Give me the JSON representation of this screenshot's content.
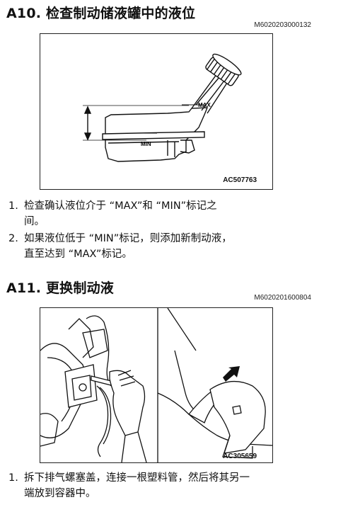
{
  "section_a10": {
    "title": "A10. 检查制动储液罐中的液位",
    "ref_code": "M6020203000132",
    "figure": {
      "caption": "AC507763",
      "label_max": "MAX",
      "label_min": "MIN"
    },
    "steps": [
      {
        "num": "1.",
        "line1": "检查确认液位介于 “MAX”和 “MIN”标记之",
        "line2": "间。"
      },
      {
        "num": "2.",
        "line1": "如果液位低于 “MIN”标记，则添加新制动液，",
        "line2": "直至达到 “MAX”标记。"
      }
    ]
  },
  "section_a11": {
    "title": "A11. 更换制动液",
    "ref_code": "M6020201600804",
    "figure": {
      "caption": "AC305659"
    },
    "steps": [
      {
        "num": "1.",
        "line1": "拆下排气螺塞盖，连接一根塑料管，然后将其另一",
        "line2": "端放到容器中。"
      }
    ]
  }
}
